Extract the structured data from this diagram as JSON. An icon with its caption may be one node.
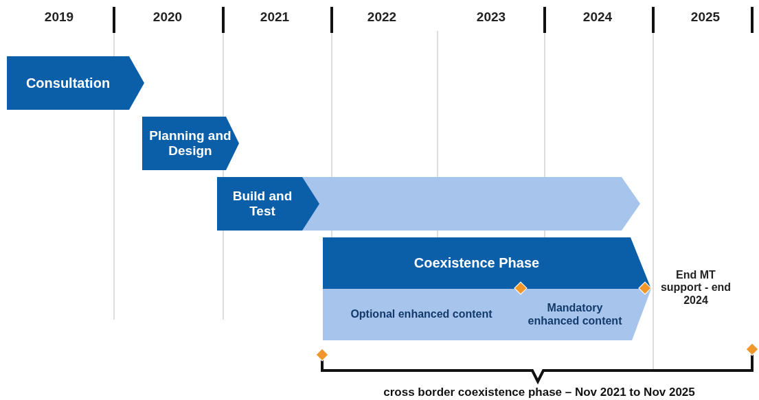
{
  "diagram": {
    "caption": "cross border coexistence phase – Nov 2021 to Nov 2025",
    "nodes": [
      {
        "text": [
          "Consultation"
        ]
      },
      {
        "text": [
          "Planning and Design"
        ]
      },
      {
        "text": [
          "Build and Test"
        ]
      },
      {
        "text": [
          "Coexistence Phase"
        ]
      },
      {
        "text": [
          "Optional enhanced content"
        ]
      },
      {
        "text": [
          "Mandatory enhanced content"
        ]
      },
      {
        "text": [],
        "shape": "diamond"
      },
      {
        "text": [],
        "shape": "diamond"
      },
      {
        "text": [],
        "shape": "diamond"
      },
      {
        "text": [],
        "shape": "diamond"
      },
      {
        "text": [],
        "shape": "bar"
      }
    ],
    "edges": [],
    "labels": [
      "2019",
      "2020",
      "2021",
      "2022",
      "2023",
      "2024",
      "2025",
      "End MT support - end 2024"
    ]
  }
}
